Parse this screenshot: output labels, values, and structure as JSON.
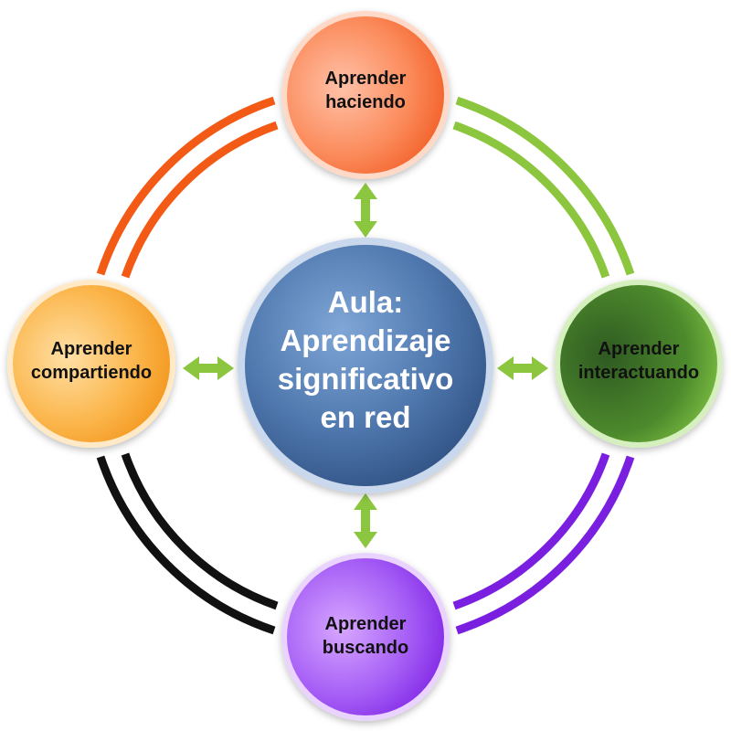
{
  "center": {
    "lines": [
      "Aula:",
      "Aprendizaje",
      "significativo",
      "en red"
    ],
    "color": "#4a6fa5"
  },
  "nodes": {
    "top": {
      "lines": [
        "Aprender",
        "haciendo"
      ],
      "color": "#f2622c"
    },
    "left": {
      "lines": [
        "Aprender",
        "compartiendo"
      ],
      "color": "#f7a21c"
    },
    "right": {
      "lines": [
        "Aprender",
        "interactuando"
      ],
      "color": "#5c9a2e"
    },
    "bottom": {
      "lines": [
        "Aprender",
        "buscando"
      ],
      "color": "#8a2be2"
    }
  },
  "ring_colors": {
    "top_left": "#f25a16",
    "top_right": "#8cc63f",
    "bottom_right": "#7a1fe0",
    "bottom_left": "#111111"
  },
  "arrow_color": "#8cc63f"
}
